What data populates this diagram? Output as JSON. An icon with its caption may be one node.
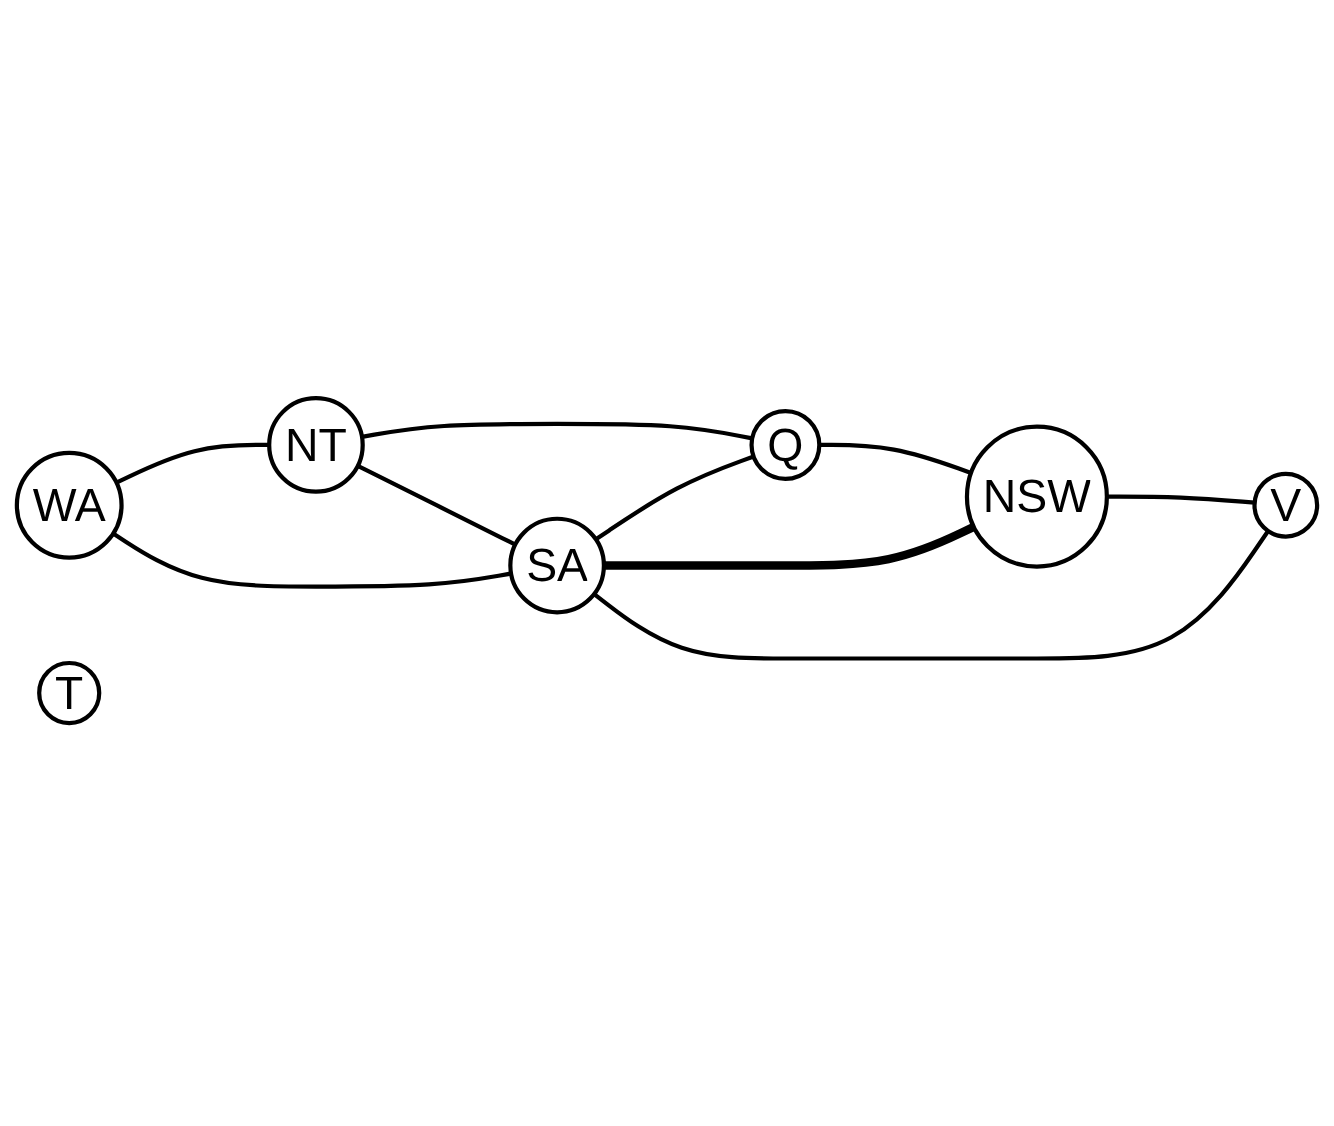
{
  "diagram": {
    "nodes": [
      {
        "text": [
          "NT"
        ]
      },
      {
        "text": [
          "Q"
        ]
      },
      {
        "text": [
          "WA"
        ]
      },
      {
        "text": [
          "SA"
        ]
      },
      {
        "text": [
          "NSW"
        ]
      },
      {
        "text": [
          "V"
        ]
      },
      {
        "text": [
          "T"
        ]
      }
    ],
    "edges": [
      {
        "from": 2,
        "to": 0,
        "arrow": "none"
      },
      {
        "from": 0,
        "to": 1,
        "arrow": "none"
      },
      {
        "from": 0,
        "to": 3,
        "arrow": "none"
      },
      {
        "from": 2,
        "to": 3,
        "arrow": "none"
      },
      {
        "from": 3,
        "to": 1,
        "arrow": "none"
      },
      {
        "from": 1,
        "to": 4,
        "arrow": "none"
      },
      {
        "from": 3,
        "to": 4,
        "arrow": "none",
        "style": "thick"
      },
      {
        "from": 3,
        "to": 5,
        "arrow": "none"
      },
      {
        "from": 4,
        "to": 5,
        "arrow": "none"
      }
    ]
  }
}
